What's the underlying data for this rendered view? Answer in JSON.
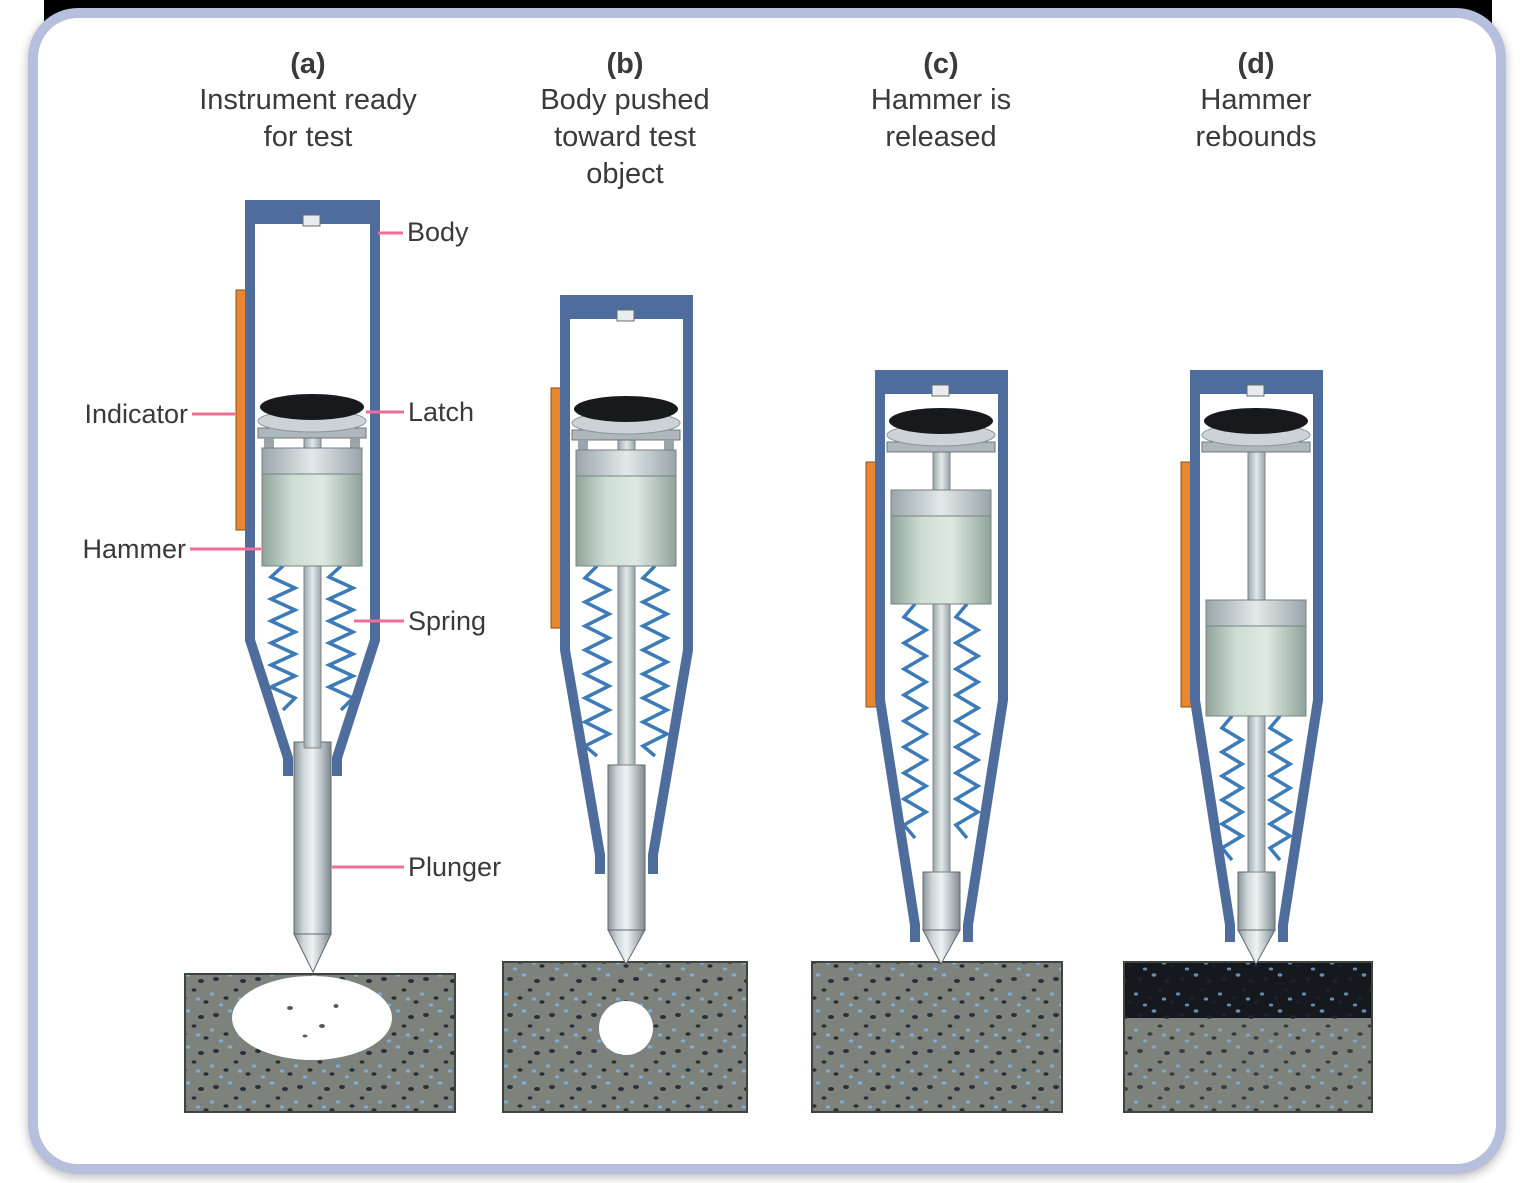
{
  "figure": {
    "panels": [
      {
        "id": "a",
        "tag": "(a)",
        "caption_lines": [
          "Instrument ready",
          "for test"
        ]
      },
      {
        "id": "b",
        "tag": "(b)",
        "caption_lines": [
          "Body pushed",
          "toward test",
          "object"
        ]
      },
      {
        "id": "c",
        "tag": "(c)",
        "caption_lines": [
          "Hammer is",
          "released"
        ]
      },
      {
        "id": "d",
        "tag": "(d)",
        "caption_lines": [
          "Hammer",
          "rebounds"
        ]
      }
    ],
    "labels": {
      "body": "Body",
      "indicator": "Indicator",
      "latch": "Latch",
      "hammer": "Hammer",
      "spring": "Spring",
      "plunger": "Plunger"
    },
    "palette": {
      "body_blue": "#4e6d9c",
      "indicator_orange": "#e8872f",
      "leader_pink": "#ee6e96",
      "spring_blue": "#3d7ab8",
      "concrete_gray": "#7d827c",
      "concrete_dark_band": "#15181c",
      "latch_dark": "#17191c",
      "text_color": "#3a3a3a",
      "border_periwinkle": "#b6c0dc"
    }
  }
}
